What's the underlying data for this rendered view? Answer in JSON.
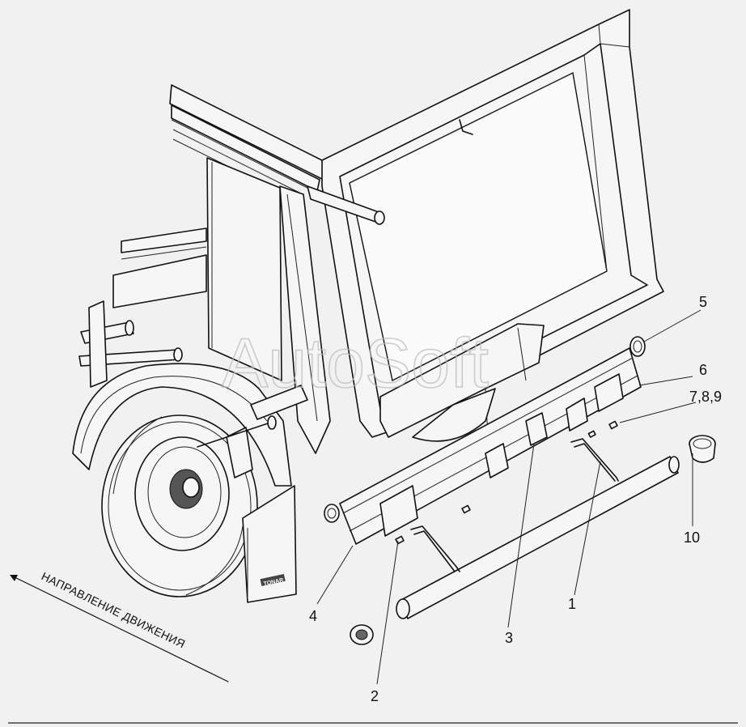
{
  "watermark": "AutoSoft",
  "direction_label": "НАПРАВЛЕНИЕ ДВИЖЕНИЯ",
  "mudflap_badge": "TONAR",
  "callouts": {
    "c1": "1",
    "c2": "2",
    "c3": "3",
    "c4": "4",
    "c5": "5",
    "c6": "6",
    "c789": "7,8,9",
    "c10": "10"
  },
  "colors": {
    "background": "#f1f1f1",
    "line": "#111111",
    "watermark": "#bdbdbd"
  }
}
